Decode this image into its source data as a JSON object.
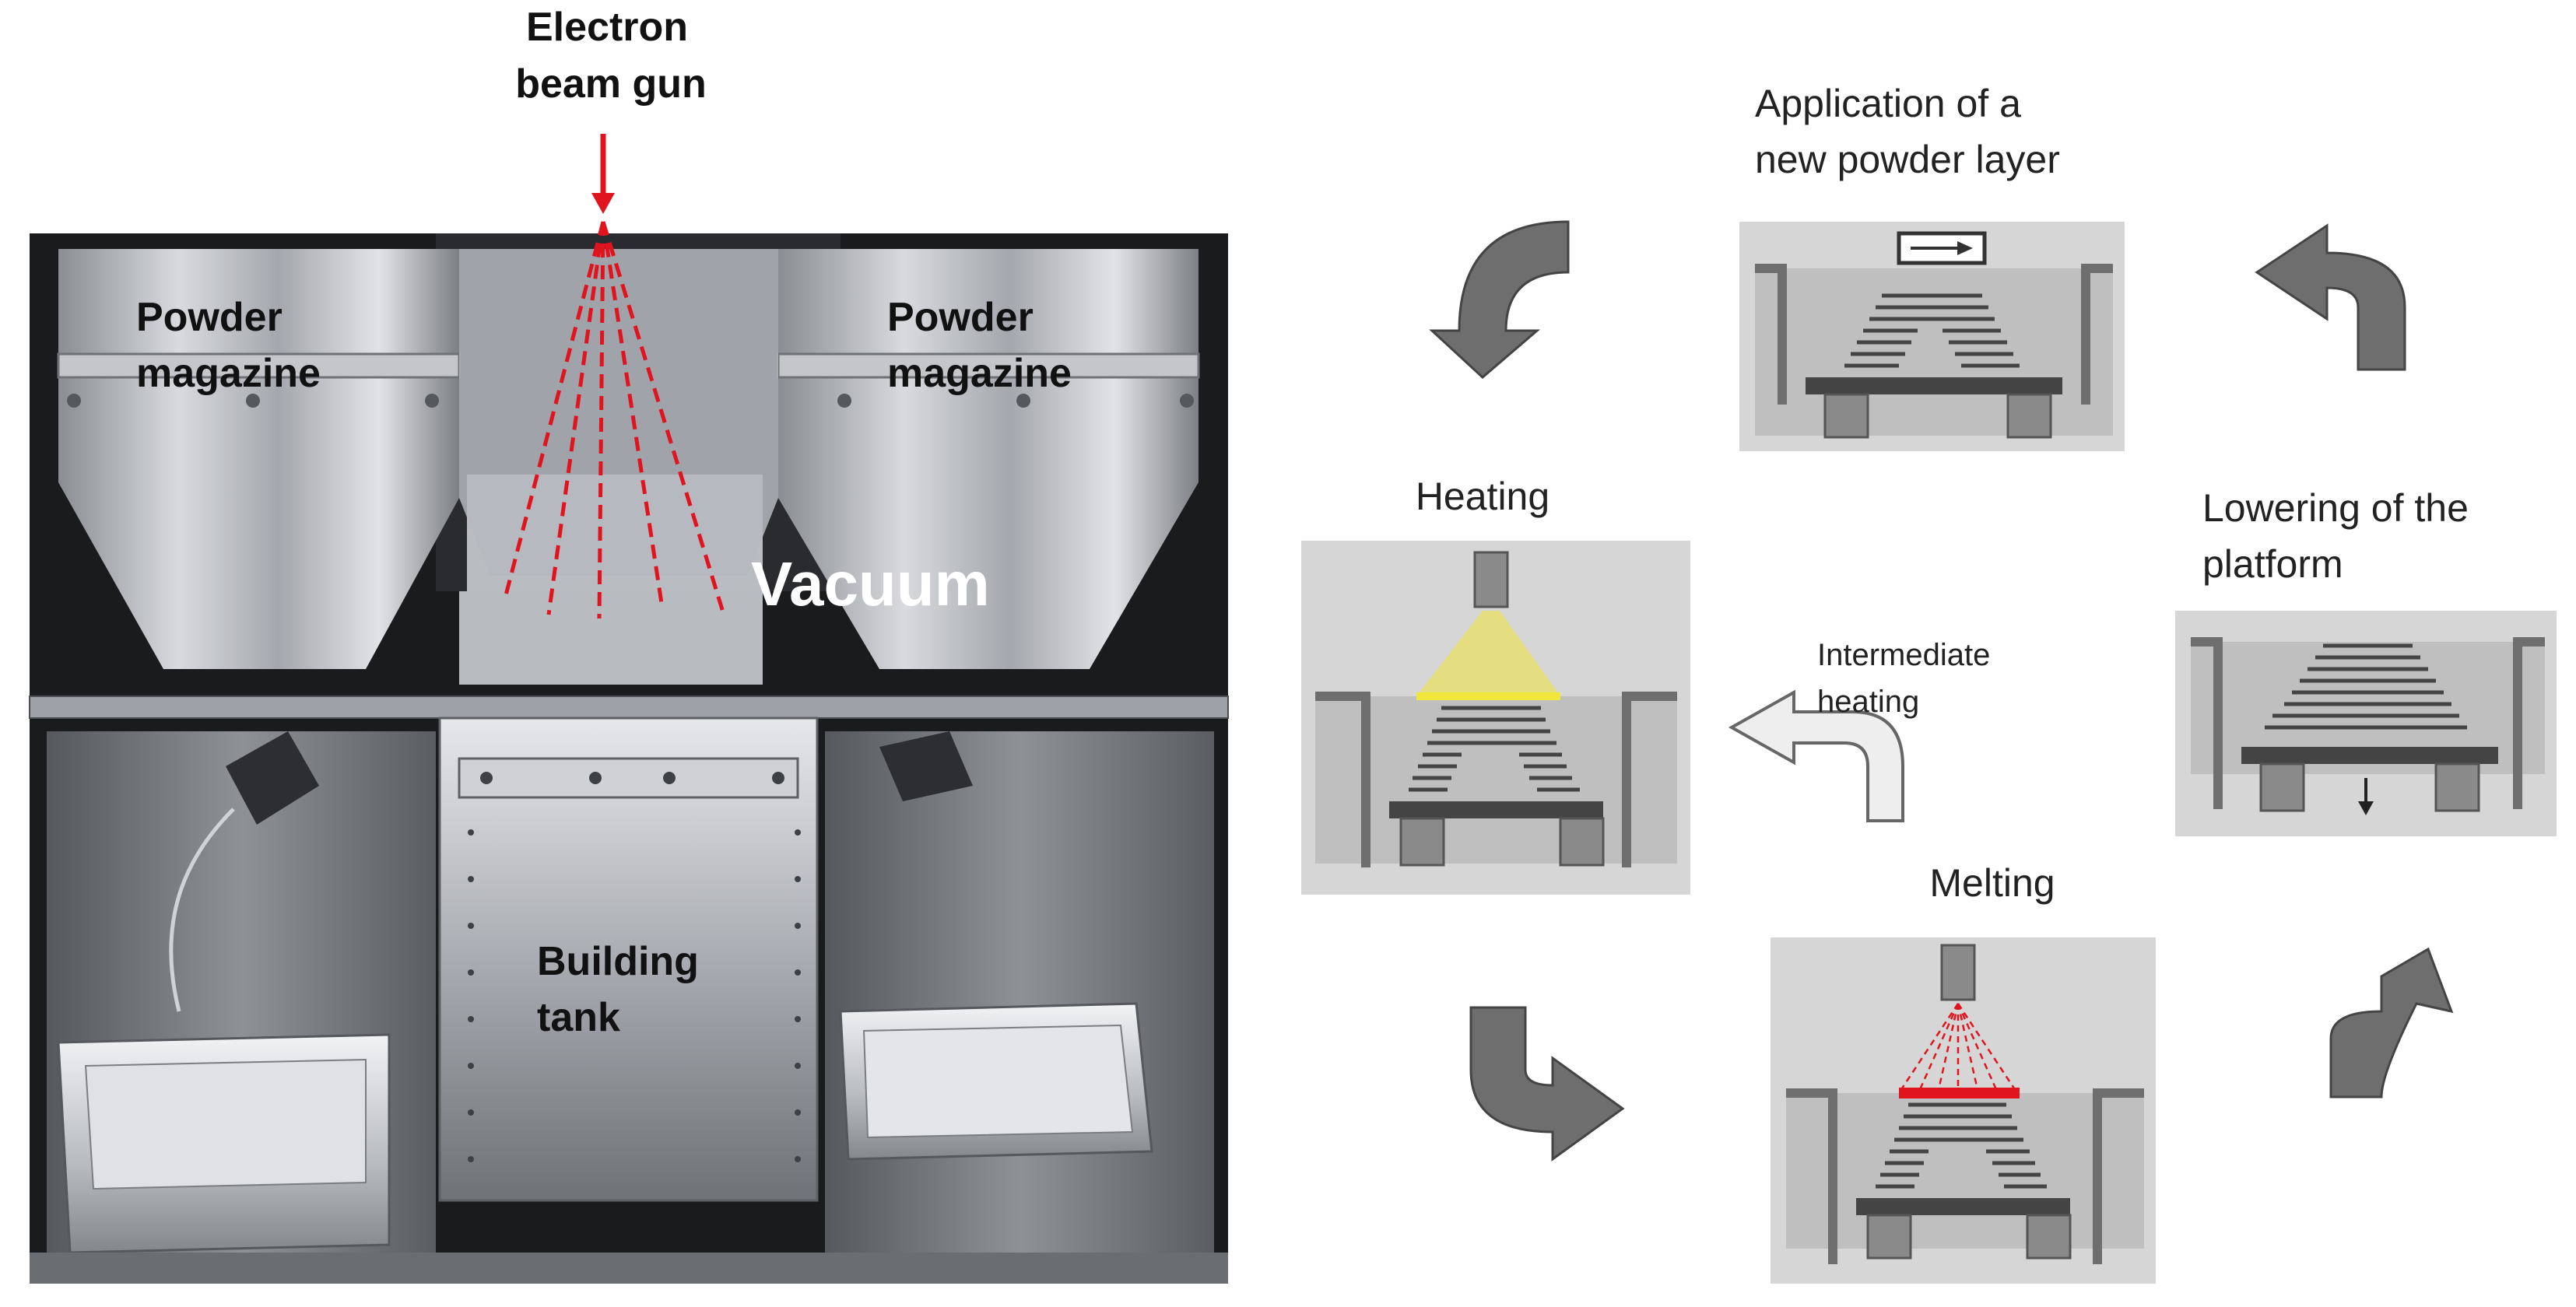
{
  "photo": {
    "electron_beam_gun_line1": "Electron",
    "electron_beam_gun_line2": "beam gun",
    "powder_magazine_left_line1": "Powder",
    "powder_magazine_left_line2": "magazine",
    "powder_magazine_right_line1": "Powder",
    "powder_magazine_right_line2": "magazine",
    "vacuum": "Vacuum",
    "building_tank_line1": "Building",
    "building_tank_line2": "tank"
  },
  "cycle": {
    "application_line1": "Application of a",
    "application_line2": "new powder layer",
    "lowering_line1": "Lowering of the",
    "lowering_line2": "platform",
    "heating": "Heating",
    "melting": "Melting",
    "intermediate_line1": "Intermediate",
    "intermediate_line2": "heating"
  },
  "colors": {
    "beam_red": "#e0141e",
    "heating_yellow": "#f2e63a",
    "arrow_gray": "#6e6e6e",
    "panel_gray": "#d6d6d6"
  }
}
